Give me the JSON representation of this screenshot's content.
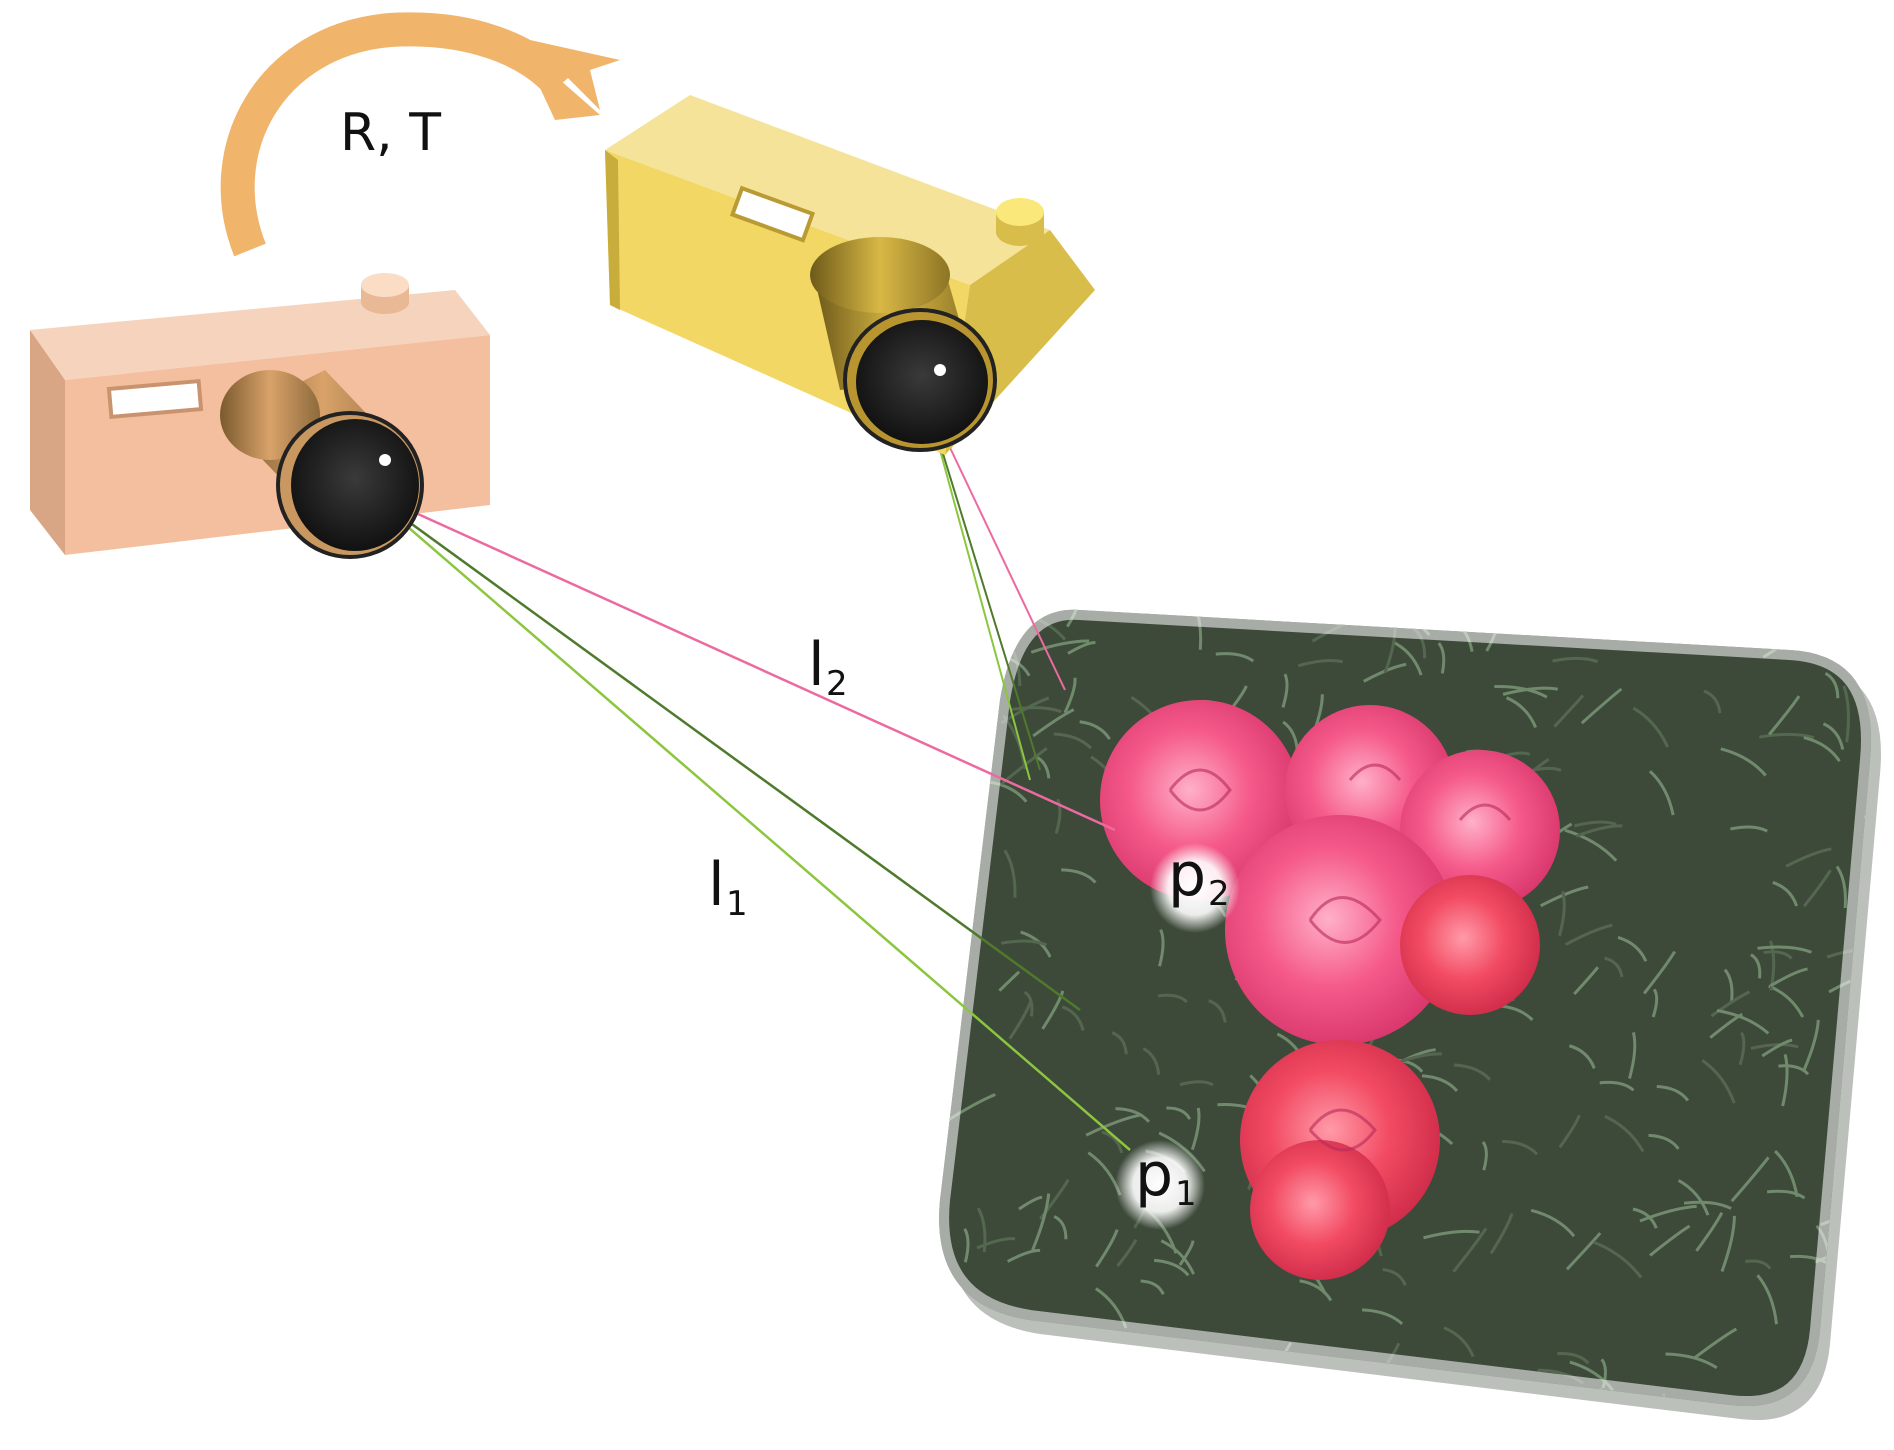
{
  "motion": {
    "label": "R, T"
  },
  "rays": {
    "l1": {
      "letter": "l",
      "sub": "1"
    },
    "l2": {
      "letter": "l",
      "sub": "2"
    }
  },
  "points": {
    "p1": {
      "letter": "p",
      "sub": "1"
    },
    "p2": {
      "letter": "p",
      "sub": "2"
    }
  },
  "colors": {
    "camera_1": "#f4bf9e",
    "camera_2": "#f2d764",
    "arrow": "#f0b46a",
    "ray_pink": "#ec6aa0",
    "ray_green_light": "#8cc63e",
    "ray_green_dark": "#4f7a2c",
    "foliage": "#3d4a3a",
    "rose": "#f04a7c"
  },
  "icons": [
    "camera-icon",
    "curved-arrow-icon",
    "rose-photo-icon"
  ]
}
